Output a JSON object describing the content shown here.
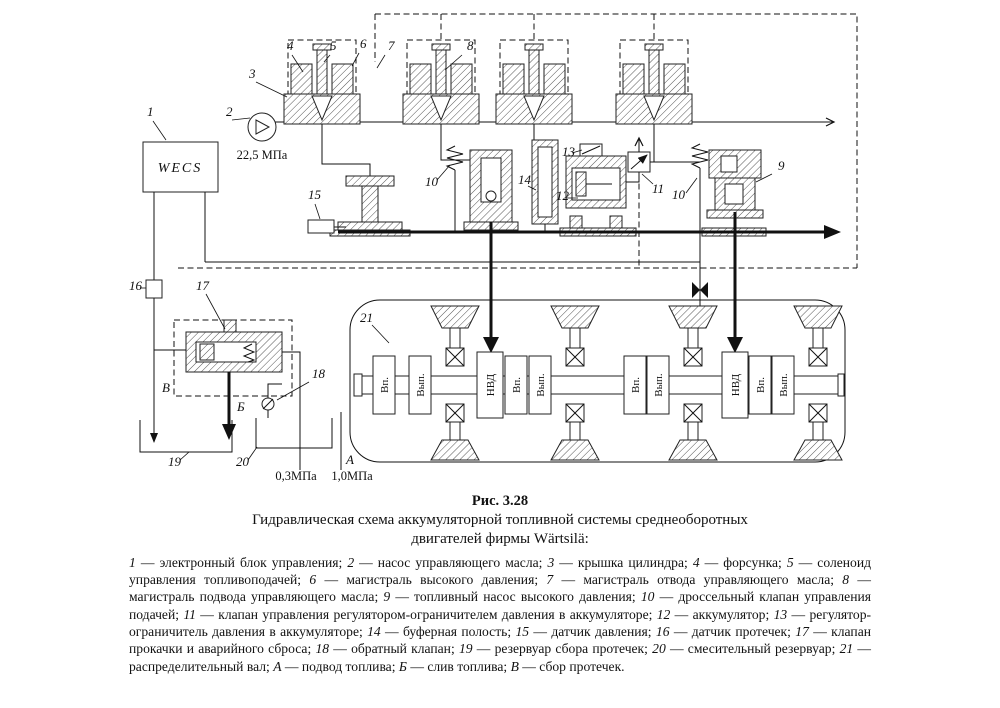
{
  "figure": {
    "number": "Рис. 3.28",
    "title_line1": "Гидравлическая схема аккумуляторной топливной системы среднеоборотных",
    "title_line2": "двигателей фирмы Wärtsilä:",
    "legend_items": [
      {
        "term": "1",
        "desc": "электронный блок управления"
      },
      {
        "term": "2",
        "desc": "насос управляющего масла"
      },
      {
        "term": "3",
        "desc": "крышка цилиндра"
      },
      {
        "term": "4",
        "desc": "форсунка"
      },
      {
        "term": "5",
        "desc": "соленоид управления топливоподачей"
      },
      {
        "term": "6",
        "desc": "магистраль высокого давления"
      },
      {
        "term": "7",
        "desc": "магистраль отвода управляющего масла"
      },
      {
        "term": "8",
        "desc": "магистраль подвода управляющего масла"
      },
      {
        "term": "9",
        "desc": "топливный насос высокого давления"
      },
      {
        "term": "10",
        "desc": "дроссельный клапан управления подачей"
      },
      {
        "term": "11",
        "desc": "клапан управления регулятором-ограничителем давления в аккумуляторе"
      },
      {
        "term": "12",
        "desc": "аккумулятор"
      },
      {
        "term": "13",
        "desc": "регулятор-ограничитель давления в аккумуляторе"
      },
      {
        "term": "14",
        "desc": "буферная полость"
      },
      {
        "term": "15",
        "desc": "датчик давления"
      },
      {
        "term": "16",
        "desc": "датчик протечек"
      },
      {
        "term": "17",
        "desc": "клапан прокачки и аварийного сброса"
      },
      {
        "term": "18",
        "desc": "обратный клапан"
      },
      {
        "term": "19",
        "desc": "резервуар сбора протечек"
      },
      {
        "term": "20",
        "desc": "смесительный резервуар"
      },
      {
        "term": "21",
        "desc": "распределительный вал"
      },
      {
        "term": "А",
        "desc": "подвод топлива"
      },
      {
        "term": "Б",
        "desc": "слив топлива"
      },
      {
        "term": "В",
        "desc": "сбор протечек."
      }
    ]
  },
  "diagram": {
    "wecs": "WECS",
    "pressures": {
      "pump": "22,5 МПа",
      "drain": "0,3МПа",
      "supply": "1,0МПа"
    },
    "flow_points": {
      "a": "А",
      "b": "Б",
      "v": "В"
    },
    "callouts": {
      "n1": "1",
      "n2": "2",
      "n3": "3",
      "n4": "4",
      "n5": "5",
      "n6": "6",
      "n7": "7",
      "n8": "8",
      "n9": "9",
      "n10a": "10",
      "n10b": "10",
      "n11": "11",
      "n12": "12",
      "n13": "13",
      "n14": "14",
      "n15": "15",
      "n16": "16",
      "n17": "17",
      "n18": "18",
      "n19": "19",
      "n20": "20",
      "n21": "21"
    },
    "cam_labels": [
      "Вп.",
      "Вып.",
      "НВД",
      "Вп.",
      "Вып.",
      "Вп.",
      "Вып.",
      "НВД",
      "Вп.",
      "Вып."
    ]
  }
}
